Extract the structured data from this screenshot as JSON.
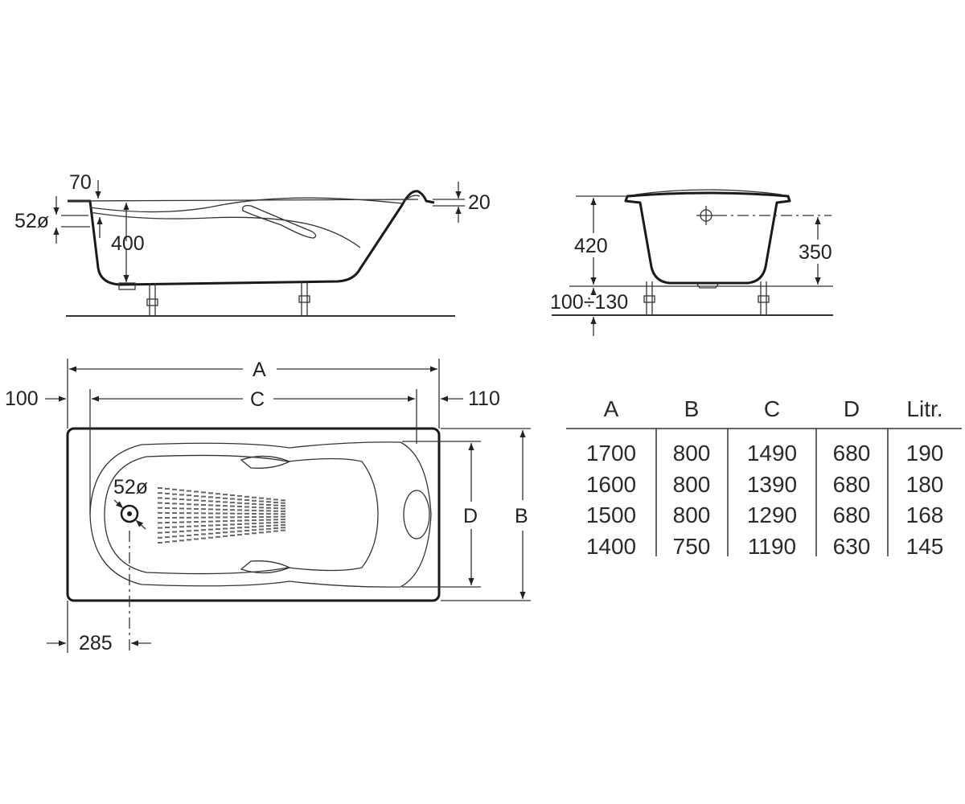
{
  "side_view": {
    "dim_top_lip": "70",
    "dim_rim": "20",
    "dim_overflow": "52ø",
    "dim_depth": "400"
  },
  "end_view": {
    "dim_height": "420",
    "dim_outlet": "350",
    "dim_feet": "100÷130"
  },
  "plan_view": {
    "label_a": "A",
    "label_c": "C",
    "label_b": "B",
    "label_d": "D",
    "dim_left": "100",
    "dim_right": "110",
    "dim_drain": "52ø",
    "dim_drain_offset": "285"
  },
  "table": {
    "headers": [
      "A",
      "B",
      "C",
      "D",
      "Litr."
    ],
    "rows": [
      [
        "1700",
        "800",
        "1490",
        "680",
        "190"
      ],
      [
        "1600",
        "800",
        "1390",
        "680",
        "180"
      ],
      [
        "1500",
        "800",
        "1290",
        "680",
        "168"
      ],
      [
        "1400",
        "750",
        "1190",
        "630",
        "145"
      ]
    ]
  }
}
